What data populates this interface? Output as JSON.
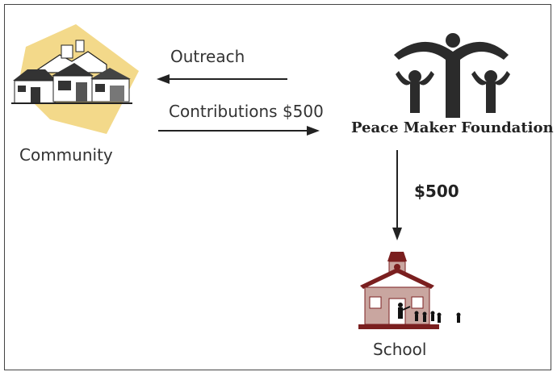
{
  "labels": {
    "outreach": "Outreach",
    "contributions": "Contributions $500",
    "community": "Community",
    "foundation": "Peace Maker Foundation",
    "amount": "$500",
    "school": "School"
  },
  "icons": {
    "community": "community-houses-icon",
    "foundation": "peace-maker-logo-icon",
    "school": "schoolhouse-icon"
  },
  "colors": {
    "accent_yellow": "#f3d98a",
    "logo_dark": "#2b2b2b",
    "school_brick": "#c9a6a0",
    "school_roof": "#7a1f1f"
  }
}
